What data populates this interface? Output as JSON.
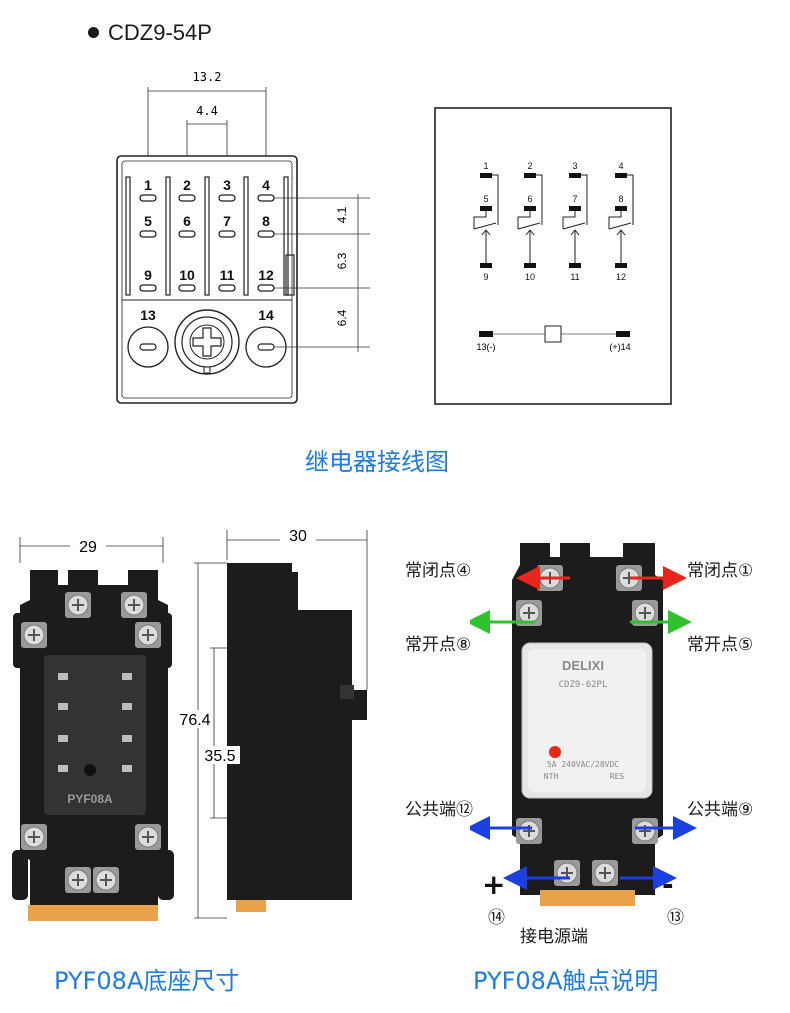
{
  "model": "CDZ9-54P",
  "relay": {
    "top_dim": "13.2",
    "inner_dim": "4.4",
    "pins_row1": [
      "1",
      "2",
      "3",
      "4"
    ],
    "pins_row2": [
      "5",
      "6",
      "7",
      "8"
    ],
    "pins_row3": [
      "9",
      "10",
      "11",
      "12"
    ],
    "coil_pins": [
      "13",
      "14"
    ],
    "side_dims": [
      "4.1",
      "6.3",
      "6.4"
    ]
  },
  "schematic": {
    "top_labels": [
      "1",
      "2",
      "3",
      "4"
    ],
    "mid_labels": [
      "5",
      "6",
      "7",
      "8"
    ],
    "bottom_labels": [
      "9",
      "10",
      "11",
      "12"
    ],
    "coil_left": "13(-)",
    "coil_right": "(+)14"
  },
  "wiring_caption": "继电器接线图",
  "base": {
    "width_dim": "29",
    "depth_dim": "30",
    "height_dim": "76.4",
    "inner_height_dim": "35.5",
    "label": "PYF08A",
    "caption": "PYF08A底座尺寸"
  },
  "contacts": {
    "nc_left": "常闭点④",
    "nc_right": "常闭点①",
    "no_left": "常开点⑧",
    "no_right": "常开点⑤",
    "com_left": "公共端⑫",
    "com_right": "公共端⑨",
    "plus": "+",
    "minus": "-",
    "num_14": "⑭",
    "num_13": "⑬",
    "power": "接电源端",
    "relay_brand": "DELIXI",
    "relay_model": "CDZ9-62PL",
    "relay_rating": "5A 240VAC/28VDC",
    "relay_left": "NTH",
    "relay_right": "RES",
    "caption": "PYF08A触点说明"
  },
  "colors": {
    "caption": "#1f7be0",
    "red_arrow": "#e8261c",
    "green_arrow": "#2ec22e",
    "blue_arrow": "#1c3fe0"
  }
}
